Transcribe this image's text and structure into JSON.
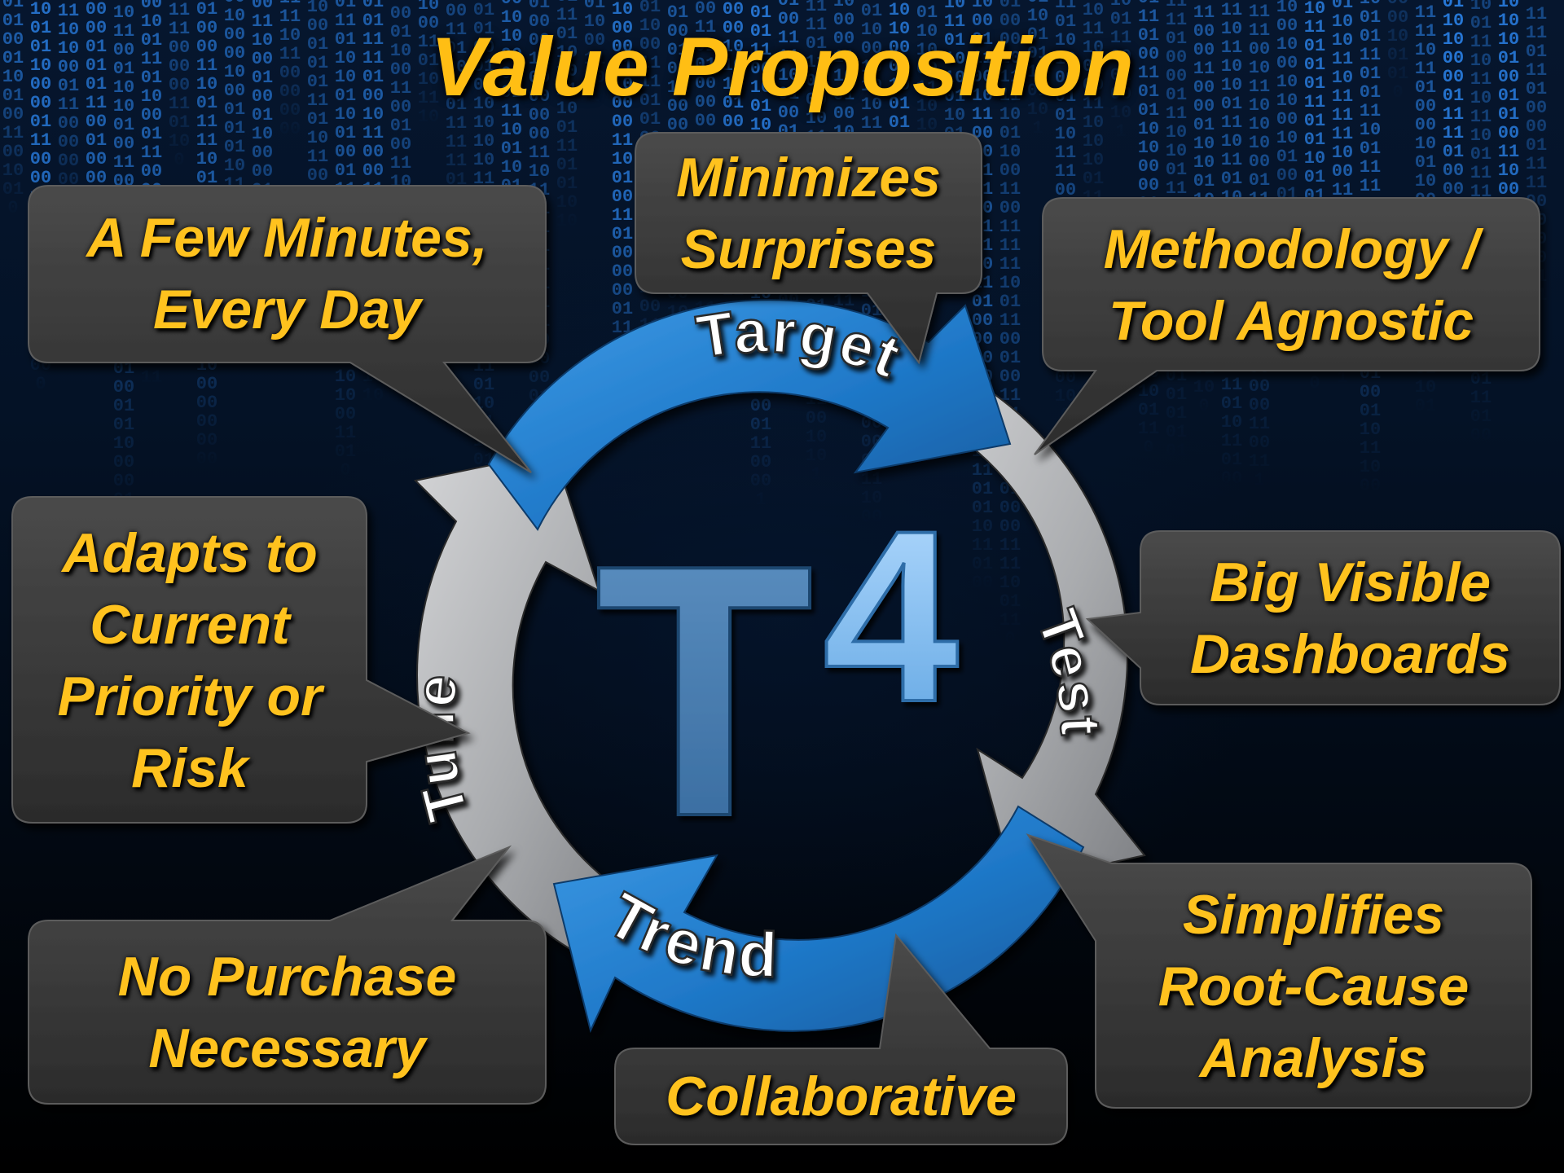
{
  "slide": {
    "title": "Value Proposition",
    "colors": {
      "title": "#ffbe14",
      "callout_text": "#ffc21e",
      "callout_fill": "#3a3a3a",
      "arrow_blue": "#1f78c8",
      "arrow_gray": "#a9abae",
      "matrix_digits": "#2f8fff",
      "background": "#020913"
    }
  },
  "cycle": {
    "center_letter": "T",
    "center_superscript": "4",
    "stages": {
      "target": "Target",
      "test": "Test",
      "trend": "Trend",
      "tune": "Tune"
    }
  },
  "callouts": {
    "few_minutes": {
      "lines": [
        "A Few Minutes,",
        "Every Day"
      ]
    },
    "minimizes": {
      "lines": [
        "Minimizes",
        "Surprises"
      ]
    },
    "methodology": {
      "lines": [
        "Methodology /",
        "Tool Agnostic"
      ]
    },
    "adapts": {
      "lines": [
        "Adapts to",
        "Current",
        "Priority or",
        "Risk"
      ]
    },
    "dashboards": {
      "lines": [
        "Big Visible",
        "Dashboards"
      ]
    },
    "no_purchase": {
      "lines": [
        "No Purchase",
        "Necessary"
      ]
    },
    "collaborative": {
      "lines": [
        "Collaborative"
      ]
    },
    "root_cause": {
      "lines": [
        "Simplifies",
        "Root-Cause",
        "Analysis"
      ]
    }
  }
}
